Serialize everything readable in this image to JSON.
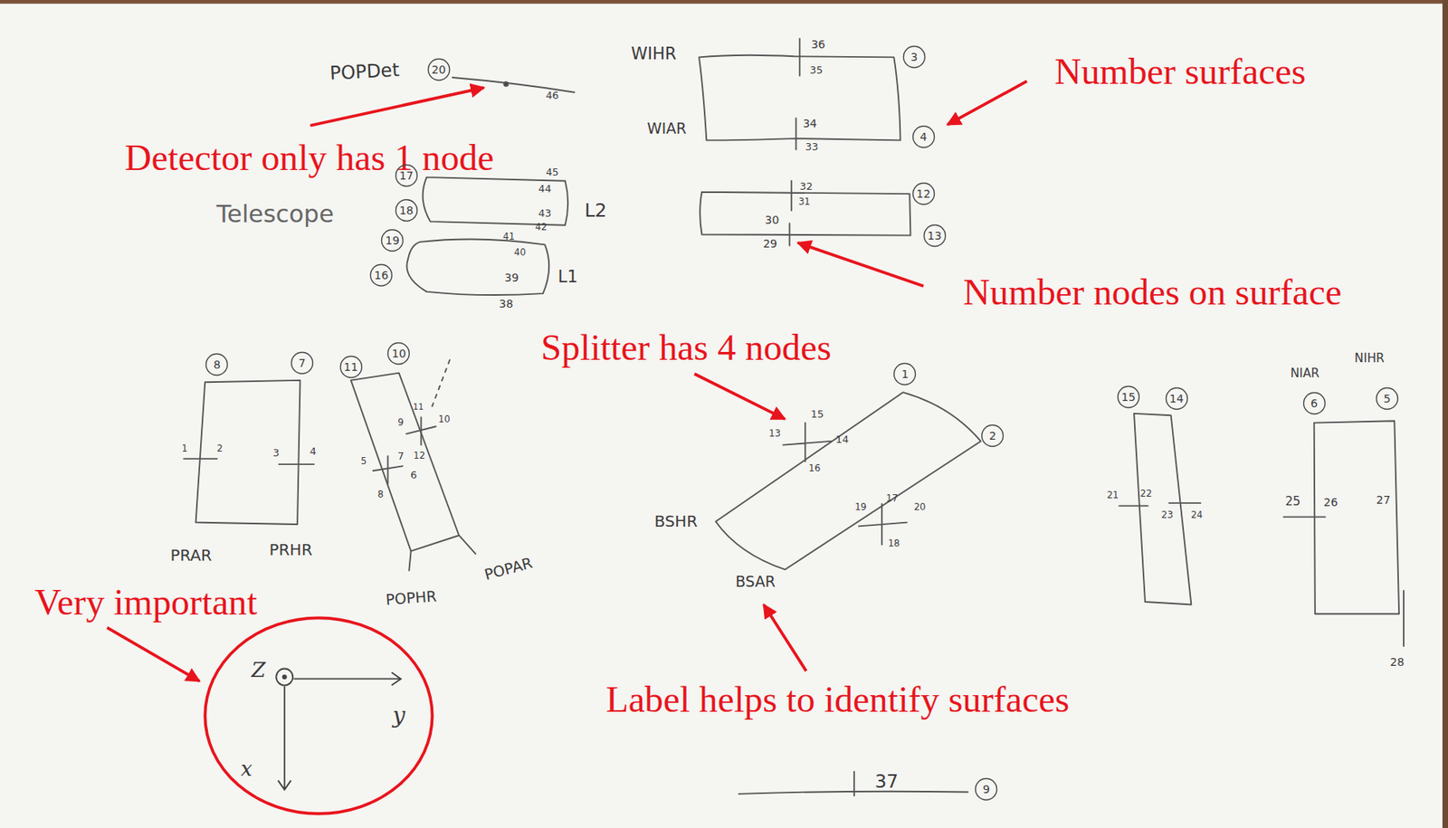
{
  "diagram": {
    "nodes": [
      {
        "text": [
          "20"
        ]
      },
      {
        "text": [
          "3"
        ]
      },
      {
        "text": [
          "4"
        ]
      },
      {
        "text": [
          "17"
        ]
      },
      {
        "text": [
          "12"
        ]
      },
      {
        "text": [
          "18"
        ]
      },
      {
        "text": [
          "13"
        ]
      },
      {
        "text": [
          "19"
        ]
      },
      {
        "text": [
          "16"
        ]
      },
      {
        "text": [
          "8"
        ]
      },
      {
        "text": [
          "7"
        ]
      },
      {
        "text": [
          "11"
        ]
      },
      {
        "text": [
          "10"
        ]
      },
      {
        "text": [
          "1"
        ]
      },
      {
        "text": [
          "2"
        ]
      },
      {
        "text": [
          "15"
        ]
      },
      {
        "text": [
          "14"
        ]
      },
      {
        "text": [
          "6"
        ]
      },
      {
        "text": [
          "5"
        ]
      },
      {
        "text": [
          "Z",
          "y",
          "x"
        ]
      },
      {
        "text": [
          "9"
        ]
      }
    ],
    "labels": [
      "POPDet",
      "46",
      "WIHR",
      "36",
      "35",
      "WIAR",
      "34",
      "33",
      "Telescope",
      "45",
      "44",
      "43",
      "42",
      "L2",
      "41",
      "40",
      "39",
      "38",
      "L1",
      "32",
      "31",
      "30",
      "29",
      "1",
      "2",
      "3",
      "4",
      "9",
      "11",
      "10",
      "12",
      "5",
      "7",
      "6",
      "8",
      "PRAR",
      "PRHR",
      "POPHR",
      "POPAR",
      "15",
      "13",
      "14",
      "16",
      "17",
      "19",
      "20",
      "18",
      "BSHR",
      "BSAR",
      "21",
      "22",
      "23",
      "24",
      "NIAR",
      "NIHR",
      "25",
      "26",
      "27",
      "28",
      "37",
      "Number surfaces",
      "Detector only has 1 node",
      "Number nodes on surface",
      "Splitter has 4 nodes",
      "Very important",
      "Label helps to identify surfaces"
    ]
  }
}
